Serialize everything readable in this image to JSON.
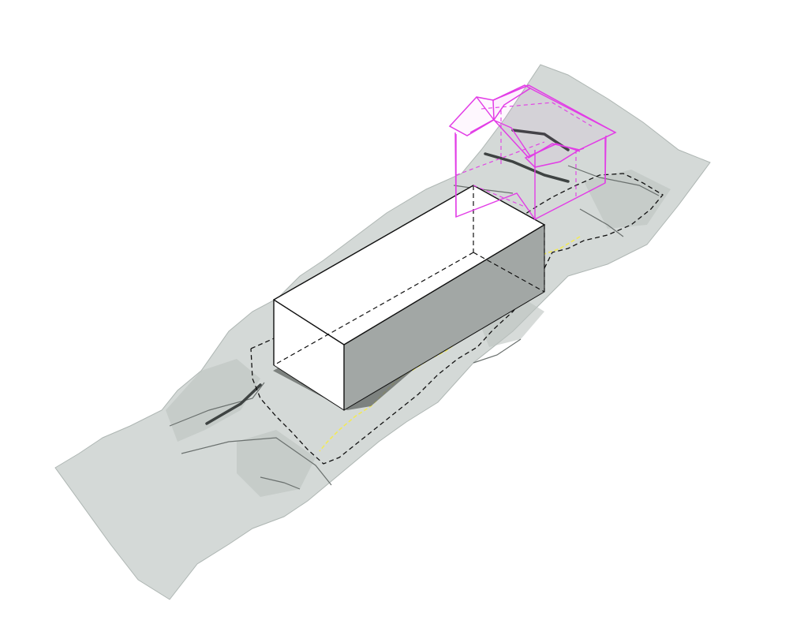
{
  "diagram": {
    "type": "axonometric-massing-model",
    "colors": {
      "background": "#ffffff",
      "terrain": "#d4d9d7",
      "terrain_shade": "#bcc3c0",
      "terrain_edge": "#aeb6b3",
      "terrain_crease": "#4a4f4e",
      "block_top": "#ffffff",
      "block_front": "#ffffff",
      "block_side": "#a2a7a5",
      "block_shadow": "#6d7270",
      "outline": "#111111",
      "boundary_dashed": "#111111",
      "yellow_line": "#f2ea57",
      "existing_house": "#e23ce6"
    },
    "elements": [
      {
        "id": "terrain-surface",
        "label": ""
      },
      {
        "id": "site-boundary",
        "label": ""
      },
      {
        "id": "proposed-block",
        "label": ""
      },
      {
        "id": "existing-house",
        "label": ""
      }
    ]
  }
}
